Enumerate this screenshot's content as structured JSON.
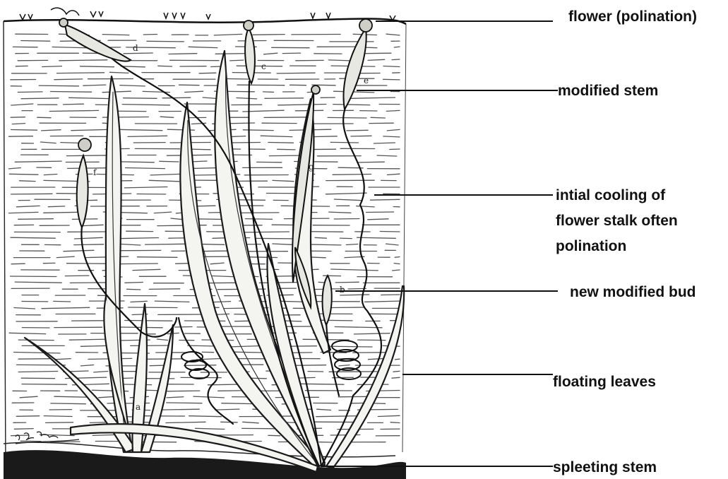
{
  "diagram": {
    "labels": {
      "flower": "flower (polination)",
      "modified_stem": "modified stem",
      "cooling_line1": "intial  cooling of",
      "cooling_line2": "flower stalk    often",
      "cooling_line3": "polination",
      "new_bud": "new modified bud",
      "floating_leaves": "floating leaves",
      "spleeting_stem": "spleeting stem"
    },
    "part_letters": [
      "a",
      "b",
      "c",
      "d",
      "e",
      "f",
      "g"
    ]
  }
}
